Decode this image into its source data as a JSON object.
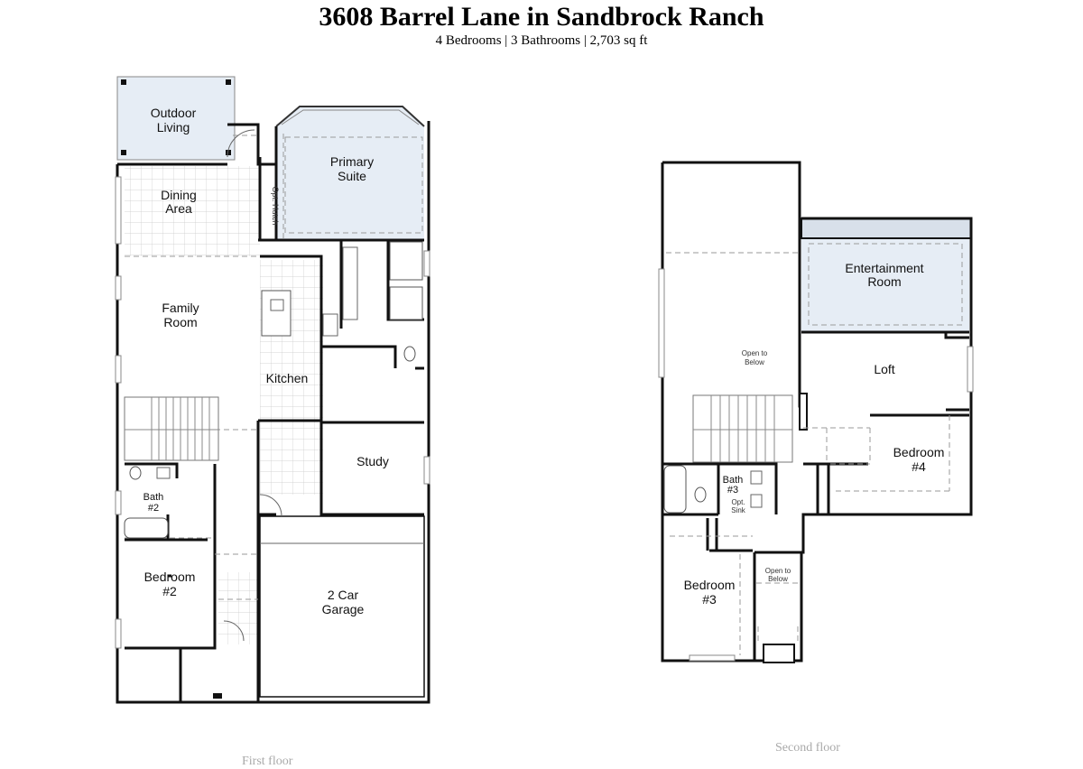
{
  "header": {
    "title": "3608 Barrel Lane in Sandbrock Ranch",
    "subtitle": "4 Bedrooms | 3 Bathrooms | 2,703 sq ft"
  },
  "colors": {
    "highlight_fill": "#e6edf5",
    "wall": "#111111",
    "dashed": "#9a9a9a",
    "floor_label": "#a9a9a9"
  },
  "first_floor": {
    "label": "First floor",
    "rooms": {
      "outdoor_living": [
        "Outdoor",
        "Living"
      ],
      "primary_suite": [
        "Primary",
        "Suite"
      ],
      "dining_area": [
        "Dining",
        "Area"
      ],
      "opt_hutch": "Opt. Hutch",
      "family_room": [
        "Family",
        "Room"
      ],
      "kitchen": "Kitchen",
      "study": "Study",
      "bath_2": [
        "Bath",
        "#2"
      ],
      "bedroom_2": [
        "Bedroom",
        "#2"
      ],
      "garage": [
        "2 Car",
        "Garage"
      ]
    }
  },
  "second_floor": {
    "label": "Second floor",
    "rooms": {
      "open_to_below_1": [
        "Open to",
        "Below"
      ],
      "entertainment_room": [
        "Entertainment",
        "Room"
      ],
      "loft": "Loft",
      "bedroom_4": [
        "Bedroom",
        "#4"
      ],
      "bath_3": [
        "Bath",
        "#3"
      ],
      "opt_sink": [
        "Opt.",
        "Sink"
      ],
      "bedroom_3": [
        "Bedroom",
        "#3"
      ],
      "open_to_below_2": [
        "Open to",
        "Below"
      ]
    }
  }
}
